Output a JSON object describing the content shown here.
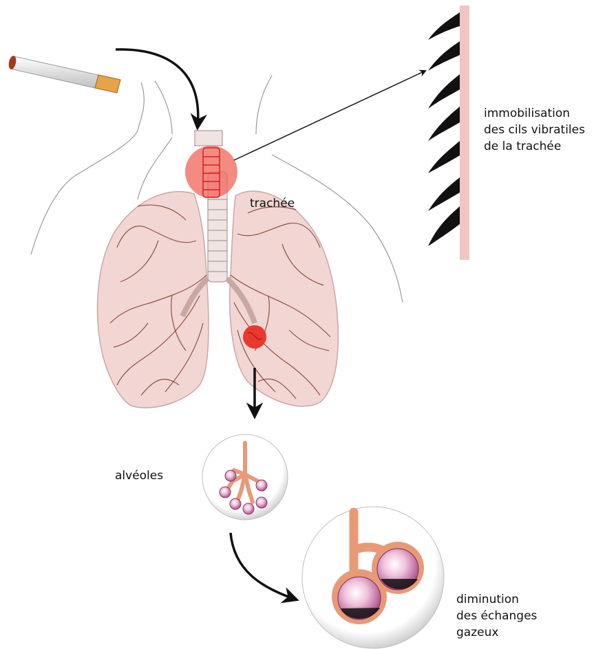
{
  "labels": {
    "trachea": "trachée",
    "cilia": [
      "immobilisation",
      "des cils vibratiles",
      "de la trachée"
    ],
    "alveoli": "alvéoles",
    "exchange": [
      "diminution",
      "des échanges",
      "gazeux"
    ]
  },
  "colors": {
    "lung_fill": "#f2d6d3",
    "lung_vessels": "#7a3a2e",
    "highlight_red": "#f0645a",
    "cilia_band": "#f2c4c2",
    "alveolus_pink": "#e9b6d6",
    "bronchiole_orange": "#e89a78"
  },
  "icons": [
    "cigarette-icon",
    "body-outline",
    "lungs",
    "trachea",
    "cilia-detail",
    "alveoli-small",
    "alveoli-large"
  ]
}
